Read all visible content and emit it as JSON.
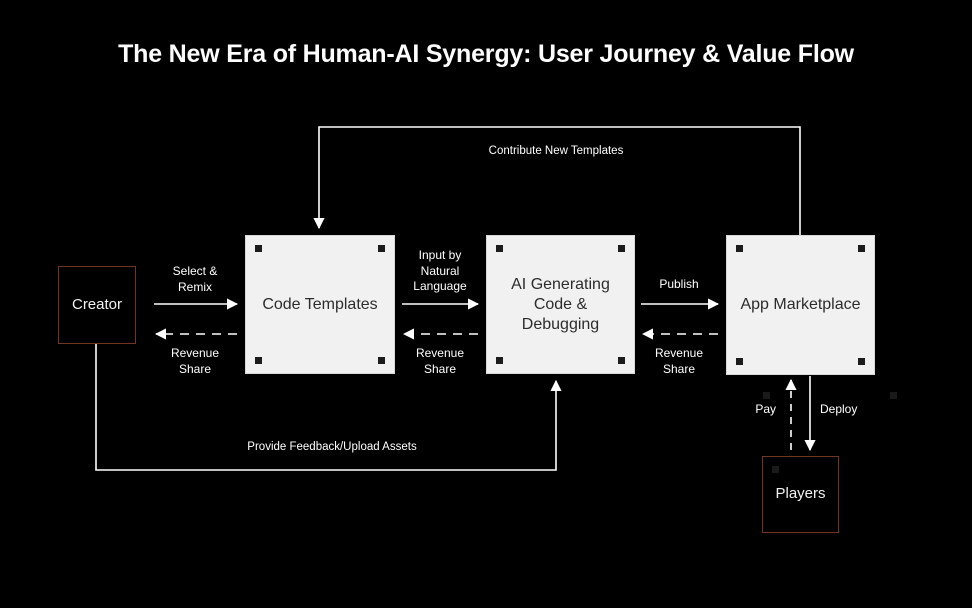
{
  "title": "The New Era of Human-AI Synergy: User Journey & Value Flow",
  "colors": {
    "background": "#000000",
    "node_light_fill": "#f1f1f1",
    "node_light_text": "#2c2c2c",
    "node_dark_fill": "#000000",
    "node_dark_border": "#70351f",
    "node_dark_text": "#f2f2f2",
    "edge": "#ffffff",
    "title_text": "#ffffff"
  },
  "nodes": [
    {
      "id": "creator",
      "label": "Creator",
      "style": "dark"
    },
    {
      "id": "templates",
      "label": "Code Templates",
      "style": "light"
    },
    {
      "id": "ai",
      "label": "AI Generating\nCode &\nDebugging",
      "style": "light"
    },
    {
      "id": "marketplace",
      "label": "App\nMarketplace",
      "style": "light"
    },
    {
      "id": "players",
      "label": "Players",
      "style": "dark"
    }
  ],
  "edges": [
    {
      "id": "select-remix",
      "label": "Select &\nRemix",
      "from": "creator",
      "to": "templates",
      "line": "solid",
      "direction": "right"
    },
    {
      "id": "revenue-share-1",
      "label": "Revenue\nShare",
      "from": "templates",
      "to": "creator",
      "line": "dashed",
      "direction": "left"
    },
    {
      "id": "input-natural-lang",
      "label": "Input by\nNatural\nLanguage",
      "from": "templates",
      "to": "ai",
      "line": "solid",
      "direction": "right"
    },
    {
      "id": "revenue-share-2",
      "label": "Revenue\nShare",
      "from": "ai",
      "to": "templates",
      "line": "dashed",
      "direction": "left"
    },
    {
      "id": "publish",
      "label": "Publish",
      "from": "ai",
      "to": "marketplace",
      "line": "solid",
      "direction": "right"
    },
    {
      "id": "revenue-share-3",
      "label": "Revenue\nShare",
      "from": "marketplace",
      "to": "ai",
      "line": "dashed",
      "direction": "left"
    },
    {
      "id": "contribute",
      "label": "Contribute New Templates",
      "from": "marketplace",
      "to": "templates",
      "line": "solid",
      "direction": "down"
    },
    {
      "id": "feedback",
      "label": "Provide Feedback/Upload Assets",
      "from": "creator",
      "to": "ai",
      "line": "solid",
      "direction": "up"
    },
    {
      "id": "deploy",
      "label": "Deploy",
      "from": "marketplace",
      "to": "players",
      "line": "solid",
      "direction": "down"
    },
    {
      "id": "pay",
      "label": "Pay",
      "from": "players",
      "to": "marketplace",
      "line": "dashed",
      "direction": "up"
    }
  ]
}
